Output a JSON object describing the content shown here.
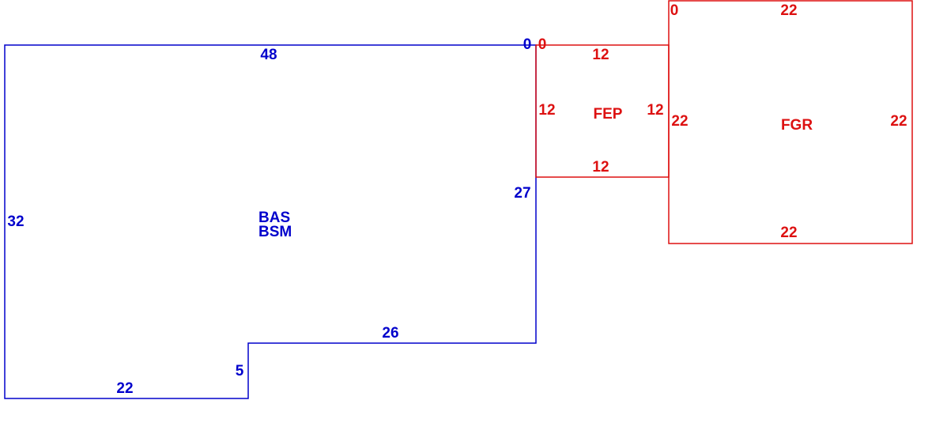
{
  "colors": {
    "main_structure": "#0000cc",
    "additions": "#dd1111"
  },
  "areas": {
    "bas": {
      "codes": [
        "BAS",
        "BSM"
      ],
      "dimensions": {
        "top": "48",
        "top_right_corner": "0",
        "right": "27",
        "inner_horizontal": "26",
        "inner_vertical": "5",
        "bottom": "22",
        "left": "32"
      }
    },
    "fep": {
      "code": "FEP",
      "dimensions": {
        "top_left_corner": "0",
        "top": "12",
        "left": "12",
        "right": "12",
        "bottom": "12"
      }
    },
    "fgr": {
      "code": "FGR",
      "dimensions": {
        "top_left_corner": "0",
        "top": "22",
        "left": "22",
        "right": "22",
        "bottom": "22"
      }
    }
  }
}
